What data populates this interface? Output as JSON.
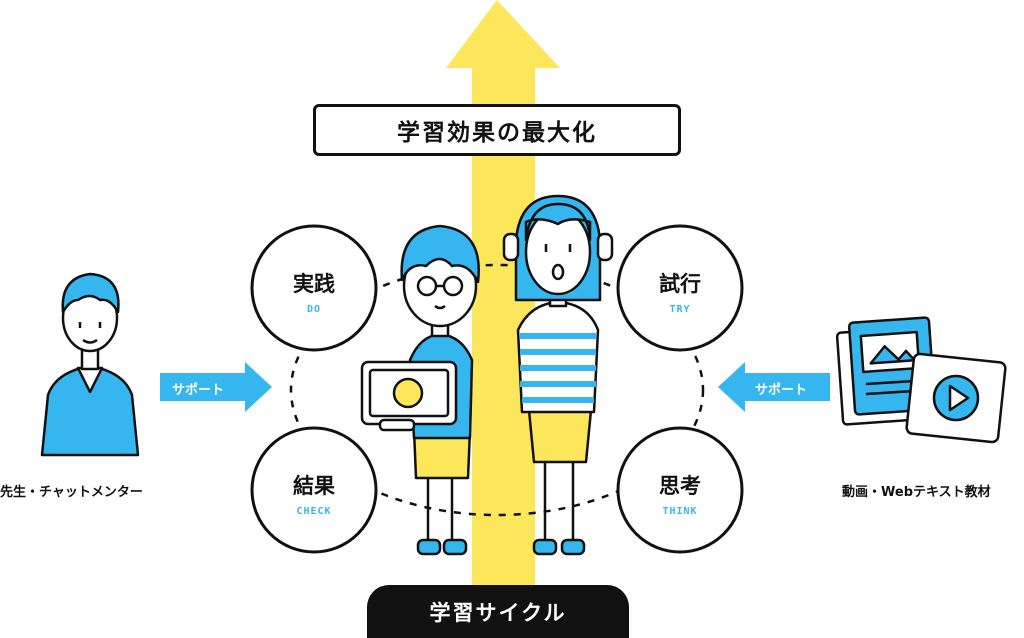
{
  "title": "学習効果の最大化",
  "cycle_label": "学習サイクル",
  "steps": [
    {
      "jp": "実践",
      "en": "DO"
    },
    {
      "jp": "試行",
      "en": "TRY"
    },
    {
      "jp": "結果",
      "en": "CHECK"
    },
    {
      "jp": "思考",
      "en": "THINK"
    }
  ],
  "left": {
    "support": "サポート",
    "label": "先生・チャットメンター"
  },
  "right": {
    "support": "サポート",
    "label": "動画・Webテキスト教材"
  },
  "colors": {
    "yellow": "#fce65a",
    "blue": "#36b6ee",
    "black": "#111111",
    "skin": "#ffffff"
  },
  "icons": [
    "smiley-face-icon",
    "image-icon",
    "play-icon"
  ]
}
